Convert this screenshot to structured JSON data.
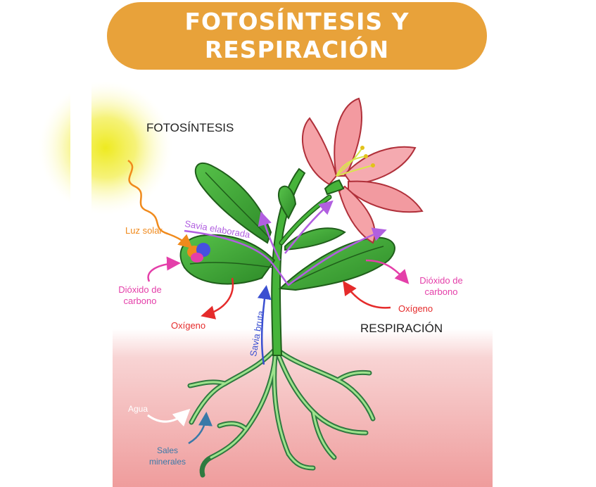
{
  "title": {
    "line1": "FOTOSÍNTESIS Y",
    "line2": "RESPIRACIÓN"
  },
  "labels": {
    "fotosintesis": "FOTOSÍNTESIS",
    "respiracion": "RESPIRACIÓN",
    "luz_solar": "Luz solar",
    "savia_elaborada": "Savia elaborada",
    "savia_bruta": "Savia bruta",
    "dioxido_left": "Dióxido de carbono",
    "oxigeno_left": "Oxígeno",
    "dioxido_right": "Dióxido de carbono",
    "oxigeno_right": "Oxígeno",
    "agua": "Agua",
    "sales_minerales": "Sales minerales"
  },
  "colors": {
    "banner": "#e8a23a",
    "sun": "#f2ee2a",
    "soil": "#f2a9a9",
    "leaf": "#3aa12f",
    "petal": "#f5a3a8",
    "luz_solar": "#f08a1c",
    "savia_elaborada": "#b15fe0",
    "savia_bruta": "#3a4fd1",
    "dioxido": "#e43fa9",
    "oxigeno": "#e52b2b",
    "agua": "#f4a8a8",
    "sales": "#3a79a8"
  }
}
